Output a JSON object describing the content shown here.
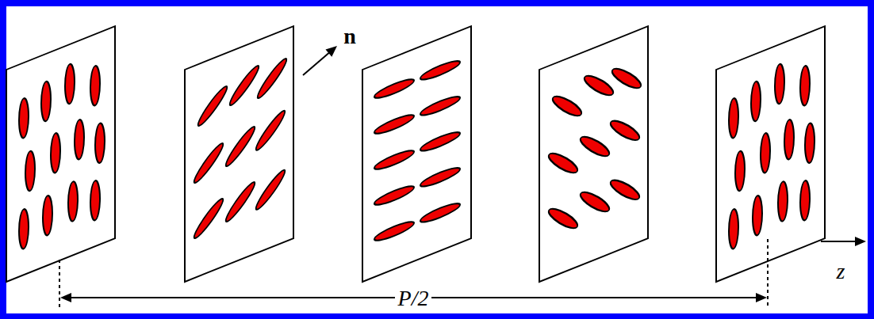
{
  "diagram": {
    "labels": [
      "n",
      "P/2",
      "z"
    ]
  }
}
